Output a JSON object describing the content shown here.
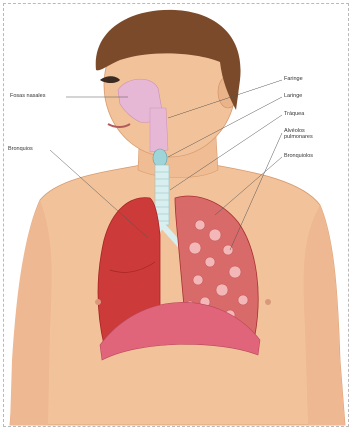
{
  "colors": {
    "background": "#ffffff",
    "frame": "#b9b9b9",
    "skin": "#f2c39b",
    "skin_shadow": "#e0a47a",
    "hair": "#7b4a2a",
    "airway": "#e7b8d6",
    "trachea": "#cfe6e6",
    "lung_left": "#cc3a3a",
    "lung_right": "#d96a6a",
    "diaphragm": "#e0657a",
    "leader_line": "#555555",
    "label_text": "#333333"
  },
  "labels": {
    "fosas_nasales": "Fosas nasales",
    "faringe": "Faringe",
    "laringe": "Laringe",
    "traquea": "Tráquea",
    "alveolos": "Alvéolos pulmonares",
    "bronquios": "Bronquios",
    "bronquiolos": "Bronquiolos"
  }
}
